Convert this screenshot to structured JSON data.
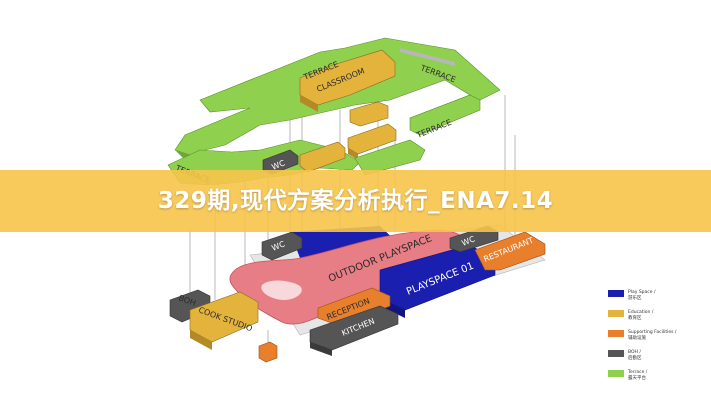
{
  "banner": {
    "text": "329期,现代方案分析执行_ENA7.14"
  },
  "blocks": {
    "terrace_1": "TERRACE",
    "terrace_2": "TERRACE",
    "terrace_3": "TERRACE",
    "terrace_4": "TERRACE",
    "classroom": "CLASSROOM",
    "wc_1": "WC",
    "wc_2": "WC",
    "wc_3": "WC",
    "outdoor_playspace": "OUTDOOR PLAYSPACE",
    "playspace_01": "PLAYSPACE 01",
    "restaurant": "RESTAURANT",
    "reception": "RECEPTION",
    "kitchen": "KITCHEN",
    "boh": "BOH",
    "cook_studio": "COOK STUDIO"
  },
  "legend": {
    "items": [
      {
        "label": "Play Space /",
        "sub": "游乐区",
        "color": "#1a1fb0"
      },
      {
        "label": "Education /",
        "sub": "教育区",
        "color": "#e3b33c"
      },
      {
        "label": "Supporting Facilities /",
        "sub": "辅助设施",
        "color": "#e87f2c"
      },
      {
        "label": "BOH /",
        "sub": "后勤区",
        "color": "#555555"
      },
      {
        "label": "Terrace /",
        "sub": "露天平台",
        "color": "#8fd14f"
      }
    ]
  }
}
